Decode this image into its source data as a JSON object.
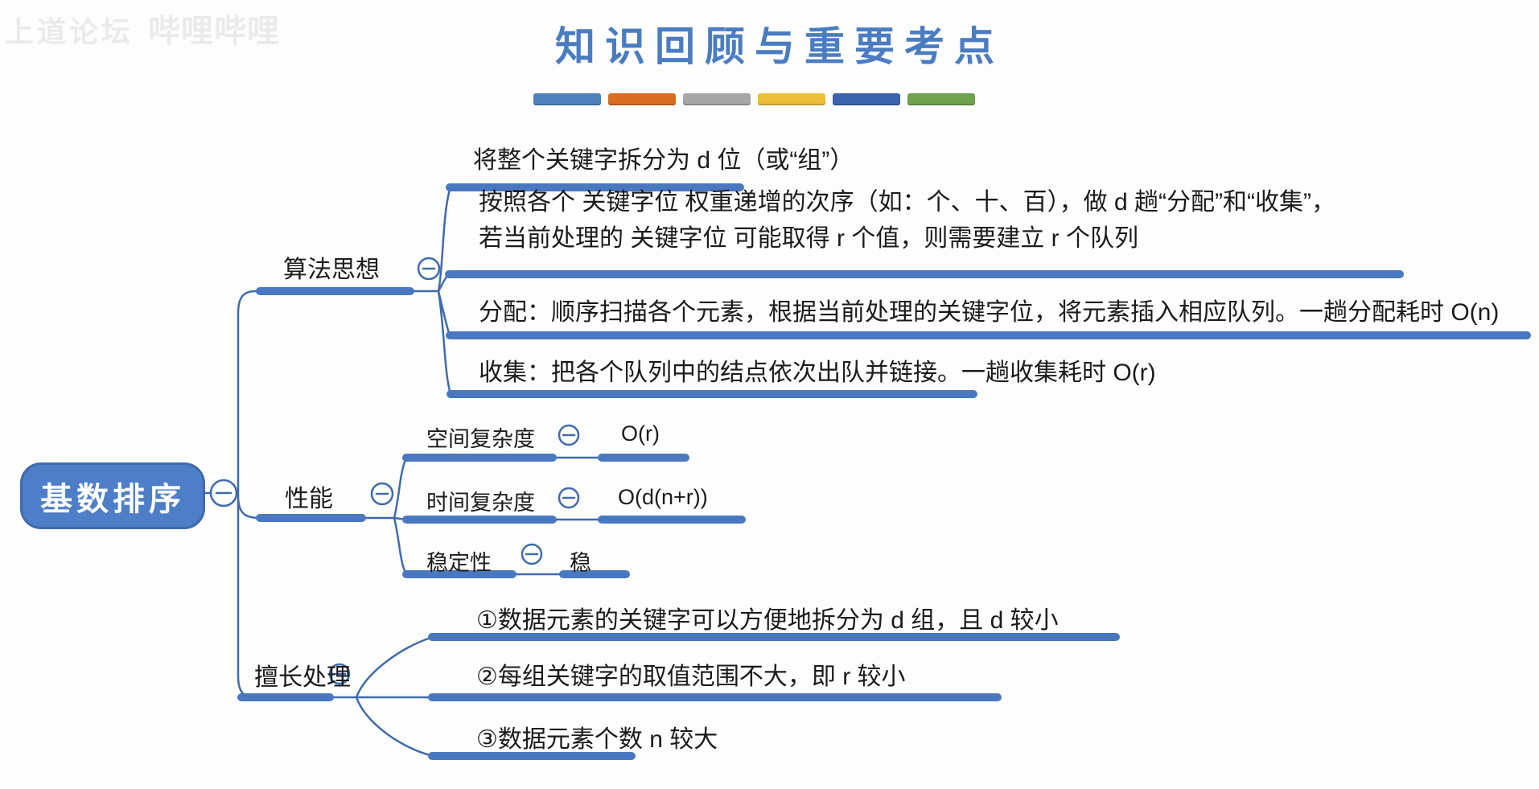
{
  "watermark": {
    "text": "上道论坛",
    "logo": "哔哩哔哩"
  },
  "header": {
    "title": "知识回顾与重要考点",
    "accent_color": "#4a7cc2"
  },
  "legend": {
    "colors": [
      "#4e81bd",
      "#d96e20",
      "#a6a6a6",
      "#edbe3a",
      "#3a64ad",
      "#70a34d"
    ]
  },
  "mindmap": {
    "root": {
      "label": "基数排序",
      "fill": "#4d7ec7",
      "line_color": "#3f6bac",
      "bar_color": "#4a78c0"
    },
    "icons": {
      "collapse": "minus-circle"
    },
    "branches": [
      {
        "label": "算法思想",
        "children": [
          {
            "text": "将整个关键字拆分为 d 位（或“组”）"
          },
          {
            "lines": [
              "按照各个 关键字位 权重递增的次序（如：个、十、百），做 d 趟“分配”和“收集”，",
              "若当前处理的 关键字位 可能取得 r 个值，则需要建立 r 个队列"
            ]
          },
          {
            "text": "分配：顺序扫描各个元素，根据当前处理的关键字位，将元素插入相应队列。一趟分配耗时 O(n)"
          },
          {
            "text": "收集：把各个队列中的结点依次出队并链接。一趟收集耗时 O(r)"
          }
        ]
      },
      {
        "label": "性能",
        "children": [
          {
            "label": "空间复杂度",
            "value": "O(r)"
          },
          {
            "label": "时间复杂度",
            "value": "O(d(n+r))"
          },
          {
            "label": "稳定性",
            "value": "稳"
          }
        ]
      },
      {
        "label": "擅长处理",
        "children": [
          {
            "text": "①数据元素的关键字可以方便地拆分为 d 组，且 d 较小"
          },
          {
            "text": "②每组关键字的取值范围不大，即 r 较小"
          },
          {
            "text": "③数据元素个数 n 较大"
          }
        ]
      }
    ]
  }
}
